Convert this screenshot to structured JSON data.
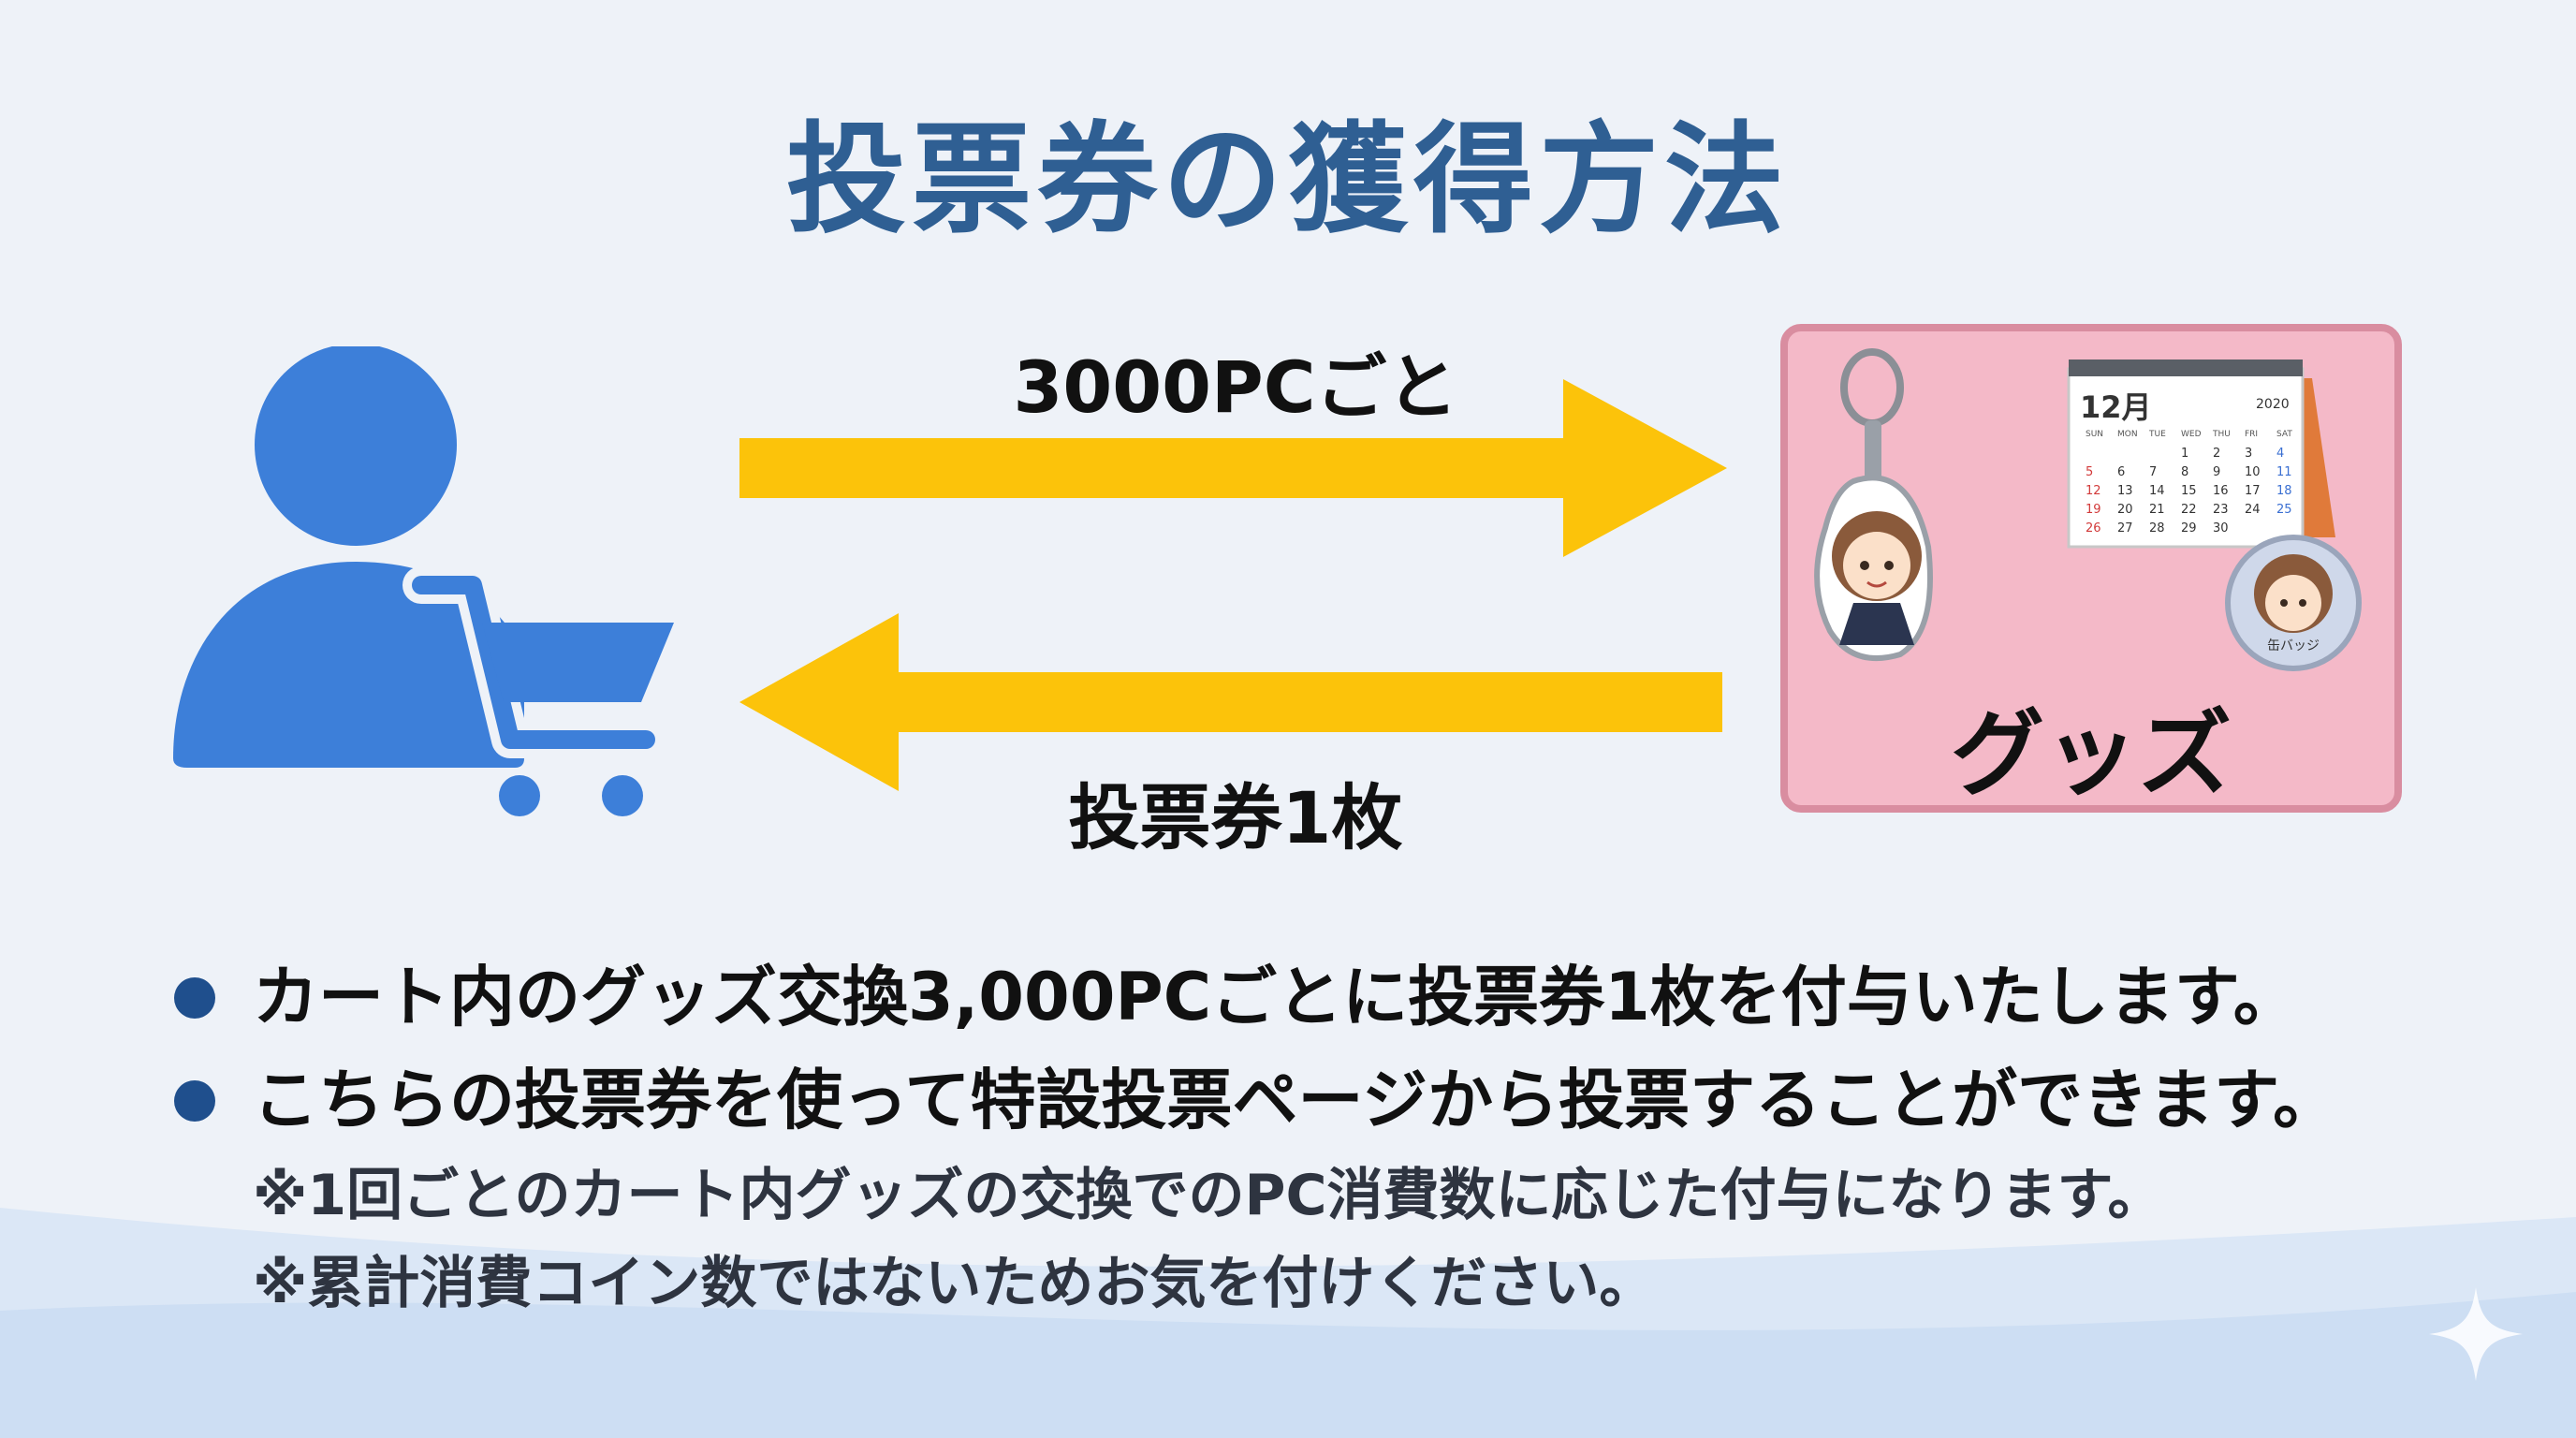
{
  "title": "投票券の獲得方法",
  "flow": {
    "forward_label": "3000PCごと",
    "return_label": "投票券1枚",
    "goods_label": "グッズ",
    "calendar": {
      "month": "12月",
      "year": "2020",
      "weekdays": [
        "SUN",
        "MON",
        "TUE",
        "WED",
        "THU",
        "FRI",
        "SAT"
      ],
      "rows": [
        [
          "",
          "",
          "",
          "",
          "1",
          "2",
          "3",
          "4"
        ],
        [
          "5",
          "6",
          "7",
          "8",
          "9",
          "10",
          "11"
        ],
        [
          "12",
          "13",
          "14",
          "15",
          "16",
          "17",
          "18"
        ],
        [
          "19",
          "20",
          "21",
          "22",
          "23",
          "24",
          "25"
        ],
        [
          "26",
          "27",
          "28",
          "29",
          "30",
          "",
          ""
        ]
      ]
    },
    "badge_text": "缶バッジ"
  },
  "bullets": [
    "カート内のグッズ交換3,000PCごとに投票券1枚を付与いたします。",
    "こちらの投票券を使って特設投票ページから投票することができます。"
  ],
  "notes": [
    "※1回ごとのカート内グッズの交換でのPC消費数に応じた付与になります。",
    "※累計消費コイン数ではないためお気を付けください。"
  ],
  "colors": {
    "title": "#2f5f93",
    "icon_blue": "#3d7fd9",
    "arrow_yellow": "#fcc30a",
    "card_fill": "#f4b9c8",
    "card_border": "#d98da0",
    "bullet_dot": "#1f4f8d"
  }
}
